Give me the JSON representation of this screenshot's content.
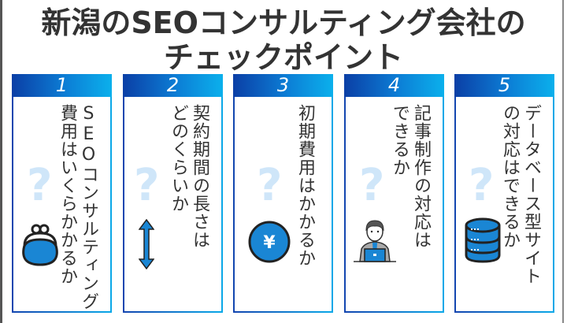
{
  "title": {
    "line1": "新潟のSEOコンサルティング会社の",
    "line2": "チェックポイント"
  },
  "colors": {
    "header_gradient_start": "#0b3fa6",
    "header_gradient_end": "#0bb0ec",
    "question_mark": "#cfe6f9",
    "icon_blue": "#1a86d4",
    "title_text": "#333333"
  },
  "cards": [
    {
      "number": "1",
      "text": "SEOコンサルティング費用はいくらかかるか",
      "col1": "SEOコンサルティング",
      "col2": "費用はいくらかかるか",
      "icon": "coin-purse-icon",
      "question": "?"
    },
    {
      "number": "2",
      "text": "契約期間の長さはどのくらいか",
      "col1": "契約期間の長さは",
      "col2": "どのくらいか",
      "icon": "vertical-double-arrow-icon",
      "question": "?"
    },
    {
      "number": "3",
      "text": "初期費用はかかるか",
      "col1": "初期費用はかかるか",
      "col2": "",
      "icon": "yen-coin-icon",
      "icon_glyph": "¥",
      "question": "?"
    },
    {
      "number": "4",
      "text": "記事制作の対応はできるか",
      "col1": "記事制作の対応は",
      "col2": "できるか",
      "icon": "person-laptop-icon",
      "question": "?"
    },
    {
      "number": "5",
      "text": "データベース型サイトの対応はできるか",
      "col1": "データベース型サイト",
      "col2": "の対応はできるか",
      "icon": "database-icon",
      "question": "?"
    }
  ]
}
